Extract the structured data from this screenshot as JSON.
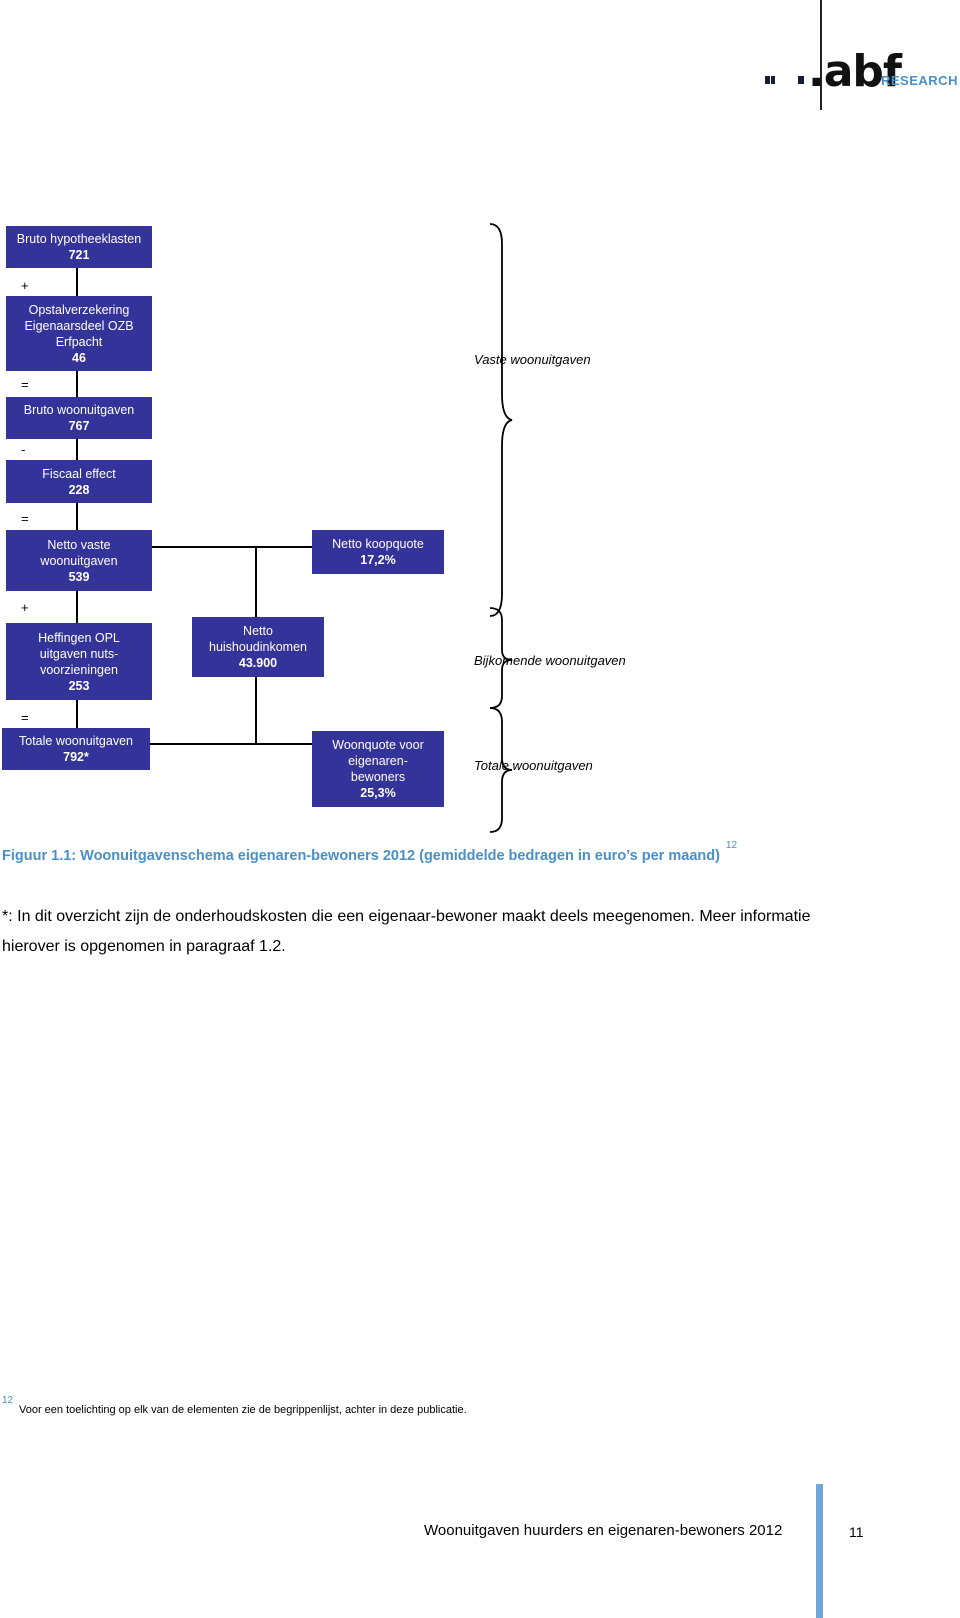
{
  "logo": {
    "brand": ".abf",
    "sub": "RESEARCH"
  },
  "boxes": {
    "bruto_hypotheeklasten": {
      "label": "Bruto hypotheeklasten",
      "value": "721"
    },
    "opstal": {
      "l1": "Opstalverzekering",
      "l2": "Eigenaarsdeel OZB",
      "l3": "Erfpacht",
      "value": "46"
    },
    "bruto_woonuitgaven": {
      "label": "Bruto woonuitgaven",
      "value": "767"
    },
    "fiscaal_effect": {
      "label": "Fiscaal effect",
      "value": "228"
    },
    "netto_vaste": {
      "l1": "Netto vaste",
      "l2": "woonuitgaven",
      "value": "539"
    },
    "heffingen": {
      "l1": "Heffingen OPL",
      "l2": "uitgaven nuts-",
      "l3": "voorzieningen",
      "value": "253"
    },
    "totale": {
      "label": "Totale woonuitgaven",
      "value": "792*"
    },
    "netto_huishoudinkomen": {
      "l1": "Netto",
      "l2": "huishoudinkomen",
      "value": "43.900"
    },
    "netto_koopquote": {
      "label": "Netto koopquote",
      "value": "17,2%"
    },
    "woonquote": {
      "l1": "Woonquote voor",
      "l2": "eigenaren-",
      "l3": "bewoners",
      "value": "25,3%"
    }
  },
  "operators": {
    "op1": "+",
    "op2": "=",
    "op3": "-",
    "op4": "=",
    "op5": "+",
    "op6": "="
  },
  "side_labels": {
    "vaste": "Vaste woonuitgaven",
    "bijkomende": "Bijkomende woonuitgaven",
    "totale": "Totale woonuitgaven"
  },
  "caption": {
    "text": "Figuur 1.1: Woonuitgavenschema eigenaren-bewoners 2012 (gemiddelde bedragen in euro’s per maand)",
    "ref": "12"
  },
  "note": "*: In dit overzicht zijn de onderhoudskosten die een eigenaar-bewoner maakt deels meegenomen. Meer informatie hierover is opgenomen in paragraaf 1.2.",
  "footnote": {
    "num": "12",
    "text": "Voor een toelichting op elk van de elementen zie de begrippenlijst, achter in deze publicatie."
  },
  "footer": {
    "title": "Woonuitgaven huurders en eigenaren-bewoners 2012",
    "page": "11"
  },
  "colors": {
    "box": "#33339a",
    "caption": "#4a90c8",
    "footer_bar": "#6ea6d8"
  }
}
